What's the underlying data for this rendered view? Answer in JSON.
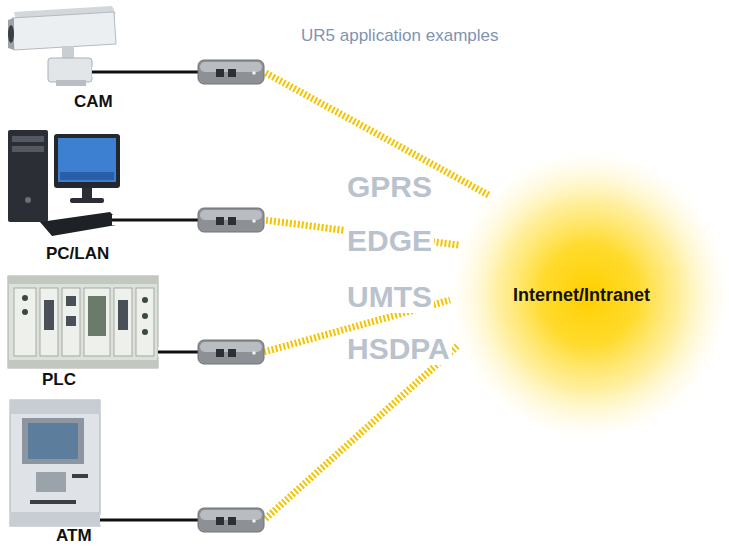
{
  "diagram": {
    "title": "UR5 application examples",
    "nodes": [
      {
        "text": [
          "CAM"
        ]
      },
      {
        "text": [
          "PC/LAN"
        ]
      },
      {
        "text": [
          "PLC"
        ]
      },
      {
        "text": [
          "ATM"
        ]
      },
      {
        "text": [
          "Internet/Intranet"
        ]
      }
    ],
    "edges": [
      {
        "from": 0,
        "to": 4,
        "arrow": "none"
      },
      {
        "from": 1,
        "to": 4,
        "arrow": "none"
      },
      {
        "from": 2,
        "to": 4,
        "arrow": "none"
      },
      {
        "from": 3,
        "to": 4,
        "arrow": "none"
      }
    ],
    "labels": [
      "GPRS",
      "EDGE",
      "UMTS",
      "HSDPA"
    ]
  }
}
